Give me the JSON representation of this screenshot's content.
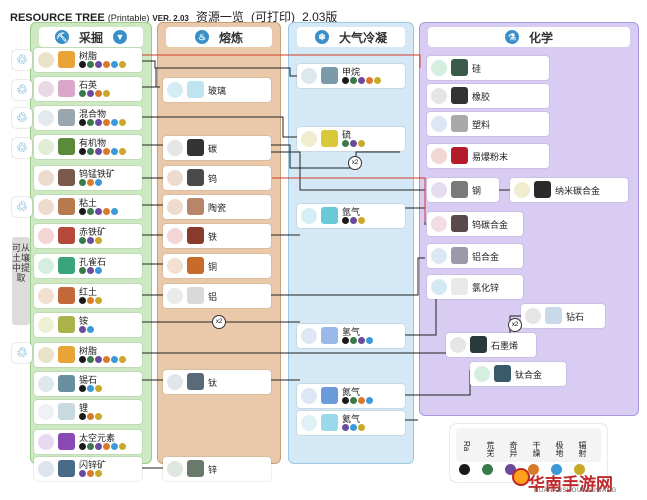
{
  "header": {
    "title": "RESOURCE TREE",
    "subtitle": "(Printable)",
    "version": "VER. 2.03",
    "cn_title": "资源一览",
    "cn_printable": "(可打印)",
    "cn_version": "2.03版"
  },
  "columns": [
    {
      "label": "采掘",
      "color": "#cde9c2"
    },
    {
      "label": "熔炼",
      "color": "#e9c9a9"
    },
    {
      "label": "大气冷凝",
      "color": "#d4e9f5"
    },
    {
      "label": "化学",
      "color": "#d8ccf3"
    }
  ],
  "side_label": "可从土壤中提取",
  "mining": [
    {
      "label": "树脂",
      "color": "#e8a436"
    },
    {
      "label": "石英",
      "color": "#d9a7c9"
    },
    {
      "label": "混合物",
      "color": "#9aa6ad"
    },
    {
      "label": "有机物",
      "color": "#5a8a3a"
    },
    {
      "label": "钨锰铁矿",
      "color": "#7a5a4a"
    },
    {
      "label": "粘土",
      "color": "#b77a4f"
    },
    {
      "label": "赤铁矿",
      "color": "#b34a3a"
    },
    {
      "label": "孔雀石",
      "color": "#3aa57a"
    },
    {
      "label": "红土",
      "color": "#c46a3a"
    },
    {
      "label": "铵",
      "color": "#a9b34a"
    },
    {
      "label": "树脂",
      "color": "#e8a436"
    },
    {
      "label": "锡石",
      "color": "#6a8fa0"
    },
    {
      "label": "锂",
      "color": "#c9d9e0"
    },
    {
      "label": "太空元素",
      "color": "#8a4ab3"
    },
    {
      "label": "闪锌矿",
      "color": "#4a6a8a"
    }
  ],
  "smelting": [
    {
      "label": "玻璃",
      "color": "#bfe3ef"
    },
    {
      "label": "碳",
      "color": "#333333"
    },
    {
      "label": "钨",
      "color": "#4a4a4a"
    },
    {
      "label": "陶瓷",
      "color": "#b9856a"
    },
    {
      "label": "铁",
      "color": "#8a3a2a"
    },
    {
      "label": "铜",
      "color": "#c76a2a"
    },
    {
      "label": "铝",
      "color": "#d9d9d9"
    },
    {
      "label": "钛",
      "color": "#5a6a7a"
    },
    {
      "label": "锌",
      "color": "#6a7a6a"
    }
  ],
  "atmospheric": [
    {
      "label": "甲烷",
      "color": "#7a9aa9"
    },
    {
      "label": "硫",
      "color": "#d9c93a"
    },
    {
      "label": "氩气",
      "color": "#6ac9d9"
    },
    {
      "label": "氮气",
      "color": "#6a9ad9"
    },
    {
      "label": "氦气",
      "color": "#9ad9e9"
    },
    {
      "label": "氢气",
      "color": "#9ab9e9"
    }
  ],
  "chemistry": [
    {
      "label": "硅",
      "color": "#3a5a4a"
    },
    {
      "label": "橡胶",
      "color": "#333333"
    },
    {
      "label": "塑料",
      "color": "#a9a9a9"
    },
    {
      "label": "易爆粉末",
      "color": "#b31a2a"
    },
    {
      "label": "钢",
      "color": "#7a7a7a"
    },
    {
      "label": "纳米碳合金",
      "color": "#2a2a2a"
    },
    {
      "label": "钨碳合金",
      "color": "#5a4a4a"
    },
    {
      "label": "铝合金",
      "color": "#9a9aa9"
    },
    {
      "label": "氯化锌",
      "color": "#e9e9e9"
    },
    {
      "label": "钻石",
      "color": "#c9d9e9"
    },
    {
      "label": "石墨烯",
      "color": "#2a3a3a"
    },
    {
      "label": "钛合金",
      "color": "#3a5a6a"
    }
  ],
  "multipliers": {
    "m1": "x2",
    "m2": "x2",
    "m3": "x2"
  },
  "legend": {
    "labels": [
      "Ra",
      "荒芜",
      "奇异",
      "干燥",
      "极地",
      "辐射"
    ],
    "colors": [
      "#1a1a1a",
      "#3a7a4a",
      "#6a4a9a",
      "#d97a2a",
      "#3a9ad9",
      "#c9a92a"
    ]
  },
  "watermark": {
    "main": "华南手游网",
    "sub": "HUANANSHOUYOUWANG"
  }
}
